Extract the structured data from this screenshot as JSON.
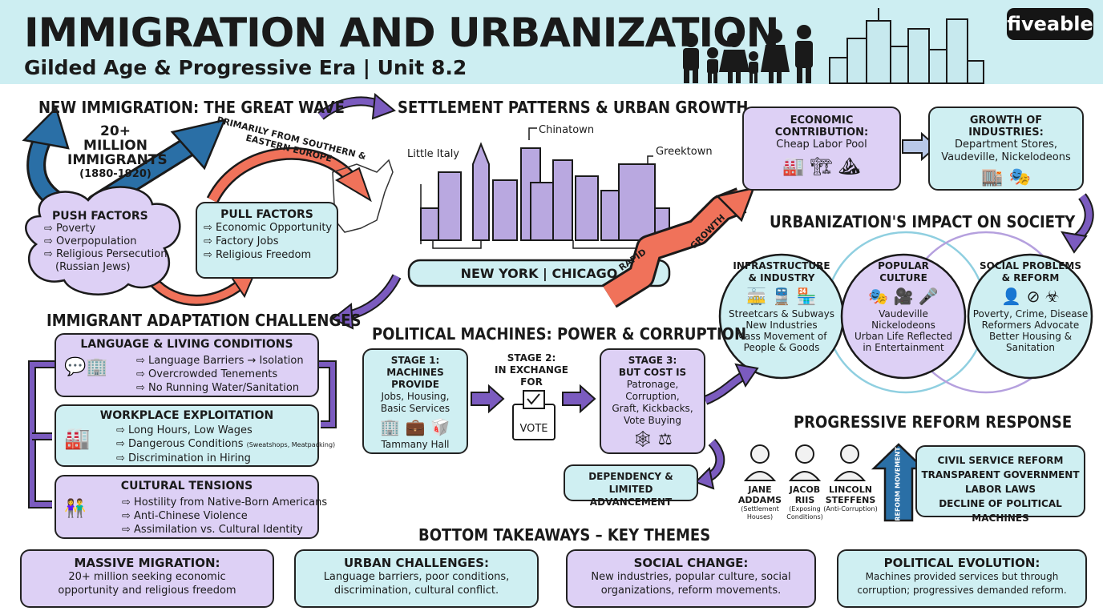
{
  "header": {
    "title": "IMMIGRATION AND URBANIZATION",
    "subtitle": "Gilded Age & Progressive Era | Unit 8.2",
    "brand": "fiveable"
  },
  "new_immigration": {
    "title": "NEW IMMIGRATION: THE GREAT WAVE",
    "count": "20+ MILLION",
    "count_label": "IMMIGRANTS",
    "years": "(1880-1920)",
    "origin": "PRIMARILY FROM SOUTHERN & EASTERN EUROPE",
    "push": {
      "title": "PUSH FACTORS",
      "items": [
        "Poverty",
        "Overpopulation",
        "Religious Persecution",
        "(Russian Jews)"
      ]
    },
    "pull": {
      "title": "PULL FACTORS",
      "items": [
        "Economic Opportunity",
        "Factory Jobs",
        "Religious Freedom"
      ]
    }
  },
  "settlement": {
    "title": "SETTLEMENT PATTERNS & URBAN GROWTH",
    "labels": [
      "Little Italy",
      "Chinatown",
      "Greektown"
    ],
    "cities": "NEW YORK | CHICAGO",
    "growth_left": "RAPID",
    "growth_right": "GROWTH"
  },
  "economic": {
    "title": "ECONOMIC CONTRIBUTION:",
    "text": "Cheap Labor Pool"
  },
  "industries": {
    "title": "GROWTH OF INDUSTRIES:",
    "lines": [
      "Department Stores,",
      "Vaudeville, Nickelodeons"
    ]
  },
  "impact": {
    "title": "URBANIZATION'S IMPACT ON SOCIETY",
    "circles": [
      {
        "title": [
          "INFRASTRUCTURE",
          "& INDUSTRY"
        ],
        "lines": [
          "Streetcars & Subways",
          "New Industries",
          "Mass Movement of",
          "People & Goods"
        ]
      },
      {
        "title": [
          "POPULAR",
          "CULTURE"
        ],
        "lines": [
          "Vaudeville",
          "Nickelodeons",
          "Urban Life Reflected",
          "in Entertainment"
        ]
      },
      {
        "title": [
          "SOCIAL PROBLEMS",
          "& REFORM"
        ],
        "lines": [
          "Poverty, Crime, Disease",
          "Reformers Advocate",
          "Better Housing &",
          "Sanitation"
        ]
      }
    ]
  },
  "challenges": {
    "title": "IMMIGRANT ADAPTATION CHALLENGES",
    "groups": [
      {
        "title": "LANGUAGE & LIVING CONDITIONS",
        "items": [
          "Language Barriers → Isolation",
          "Overcrowded Tenements",
          "No Running Water/Sanitation"
        ]
      },
      {
        "title": "WORKPLACE EXPLOITATION",
        "items": [
          "Long Hours, Low Wages",
          "Dangerous Conditions",
          "Discrimination in Hiring"
        ],
        "note": "(Sweatshops, Meatpacking)"
      },
      {
        "title": "CULTURAL TENSIONS",
        "items": [
          "Hostility from Native-Born Americans",
          "Anti-Chinese Violence",
          "Assimilation vs. Cultural Identity"
        ]
      }
    ]
  },
  "machines": {
    "title": "POLITICAL MACHINES: POWER & CORRUPTION",
    "stage1": {
      "title": [
        "STAGE 1:",
        "MACHINES PROVIDE"
      ],
      "lines": [
        "Jobs, Housing,",
        "Basic Services"
      ],
      "foot": "Tammany Hall"
    },
    "stage2": {
      "title": [
        "STAGE 2:",
        "IN EXCHANGE FOR"
      ],
      "vote": "VOTE"
    },
    "stage3": {
      "title": [
        "STAGE 3:",
        "BUT COST IS"
      ],
      "lines": [
        "Patronage, Corruption,",
        "Graft, Kickbacks,",
        "Vote Buying"
      ]
    },
    "dependency": [
      "DEPENDENCY & LIMITED",
      "ADVANCEMENT"
    ]
  },
  "reform": {
    "title": "PROGRESSIVE REFORM RESPONSE",
    "people": [
      {
        "name": [
          "JANE",
          "ADDAMS"
        ],
        "note": [
          "(Settlement",
          "Houses)"
        ]
      },
      {
        "name": [
          "JACOB",
          "RIIS"
        ],
        "note": [
          "(Exposing",
          "Conditions)"
        ]
      },
      {
        "name": [
          "LINCOLN",
          "STEFFENS"
        ],
        "note": [
          "(Anti-Corruption)"
        ]
      }
    ],
    "arrow_label": "REFORM MOVEMENT",
    "items": [
      "CIVIL SERVICE REFORM",
      "TRANSPARENT GOVERNMENT",
      "LABOR LAWS",
      "DECLINE OF POLITICAL MACHINES"
    ]
  },
  "takeaways": {
    "title": "BOTTOM TAKEAWAYS – KEY THEMES",
    "items": [
      {
        "title": "MASSIVE MIGRATION:",
        "lines": [
          "20+ million seeking economic",
          "opportunity and religious freedom"
        ]
      },
      {
        "title": "URBAN CHALLENGES:",
        "lines": [
          "Language barriers, poor conditions,",
          "discrimination, cultural conflict."
        ]
      },
      {
        "title": "SOCIAL CHANGE:",
        "lines": [
          "New industries, popular culture, social",
          "organizations, reform movements."
        ]
      },
      {
        "title": "POLITICAL EVOLUTION:",
        "lines": [
          "Machines provided services but through",
          "corruption; progressives demanded reform."
        ]
      }
    ]
  },
  "colors": {
    "header_bg": "#cdeef2",
    "lavender": "#ddd0f5",
    "teal": "#cfeff2",
    "blue_arrow": "#2a6fa6",
    "purple_arrow": "#7b5bbf",
    "orange_arrow": "#f0725a"
  }
}
